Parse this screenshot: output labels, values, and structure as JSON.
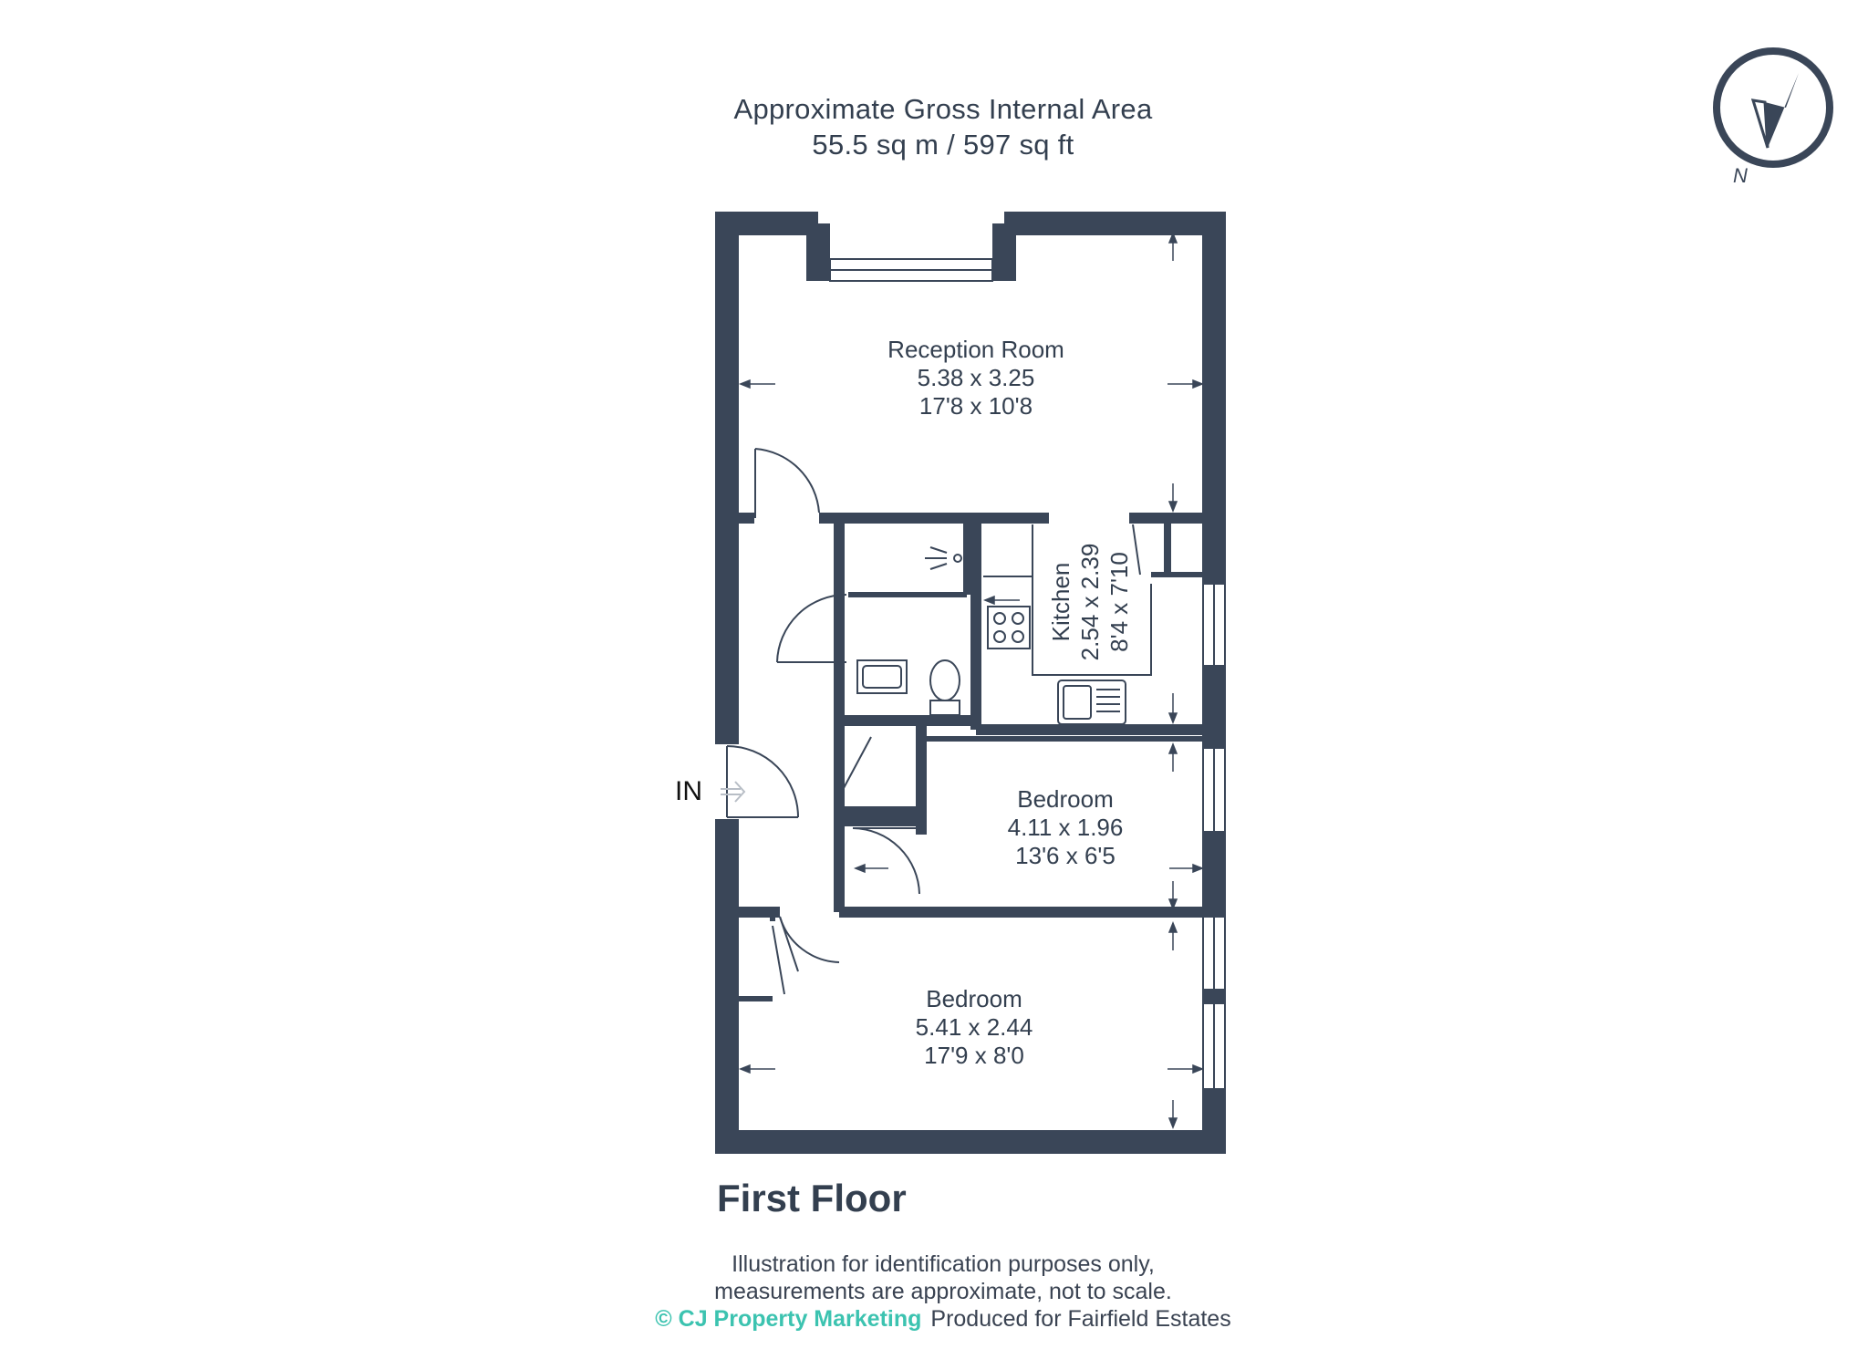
{
  "header": {
    "title": "Approximate Gross Internal Area",
    "area": "55.5 sq m / 597 sq ft"
  },
  "rooms": {
    "reception": {
      "name": "Reception Room",
      "metric": "5.38 x 3.25",
      "imperial": "17'8 x 10'8"
    },
    "kitchen": {
      "name": "Kitchen",
      "metric": "2.54 x 2.39",
      "imperial": "8'4 x 7'10"
    },
    "bedroom1": {
      "name": "Bedroom",
      "metric": "4.11 x 1.96",
      "imperial": "13'6 x 6'5"
    },
    "bedroom2": {
      "name": "Bedroom",
      "metric": "5.41 x 2.44",
      "imperial": "17'9 x 8'0"
    }
  },
  "entrance": {
    "label": "IN"
  },
  "compass": {
    "label": "N"
  },
  "floor": {
    "title": "First Floor"
  },
  "footer": {
    "line1": "Illustration for identification purposes only,",
    "line2": "measurements are approximate, not to scale.",
    "brand": "© CJ Property Marketing",
    "produced": "Produced for Fairfield Estates"
  },
  "colors": {
    "wall": "#3a4658",
    "text": "#333f4f",
    "brand": "#3cc3b0"
  }
}
